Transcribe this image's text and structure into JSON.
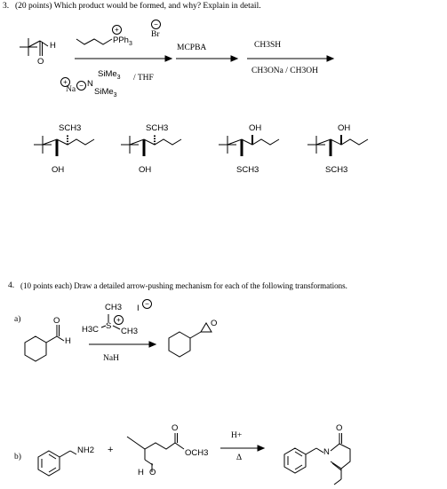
{
  "q3": {
    "number": "3.",
    "prompt": "(20 points) Which product would be formed, and why? Explain in detail.",
    "reagents": {
      "step1_top": "PPh",
      "step1_top_sub": "3",
      "bromide": "Br",
      "step1_bottom_a": "SiMe",
      "step1_bottom_a_sub": "3",
      "step1_bottom_solvent": "/ THF",
      "step1_bottom_n": "N",
      "step1_bottom_na": "Na",
      "step1_bottom_b": "SiMe",
      "step1_bottom_b_sub": "3",
      "aldehyde_h": "H",
      "aldehyde_o": "O",
      "step2": "MCPBA",
      "step3_top": "CH3SH",
      "step3_bottom": "CH3ONa / CH3OH"
    },
    "products": [
      {
        "top": "SCH3",
        "bottom": "OH"
      },
      {
        "top": "SCH3",
        "bottom": "OH"
      },
      {
        "top": "OH",
        "bottom": "SCH3"
      },
      {
        "top": "OH",
        "bottom": "SCH3"
      }
    ]
  },
  "q4": {
    "number": "4.",
    "prompt": "(10 points each) Draw a detailed arrow-pushing mechanism for each of the following transformations.",
    "a": {
      "label": "a)",
      "aldehyde_o": "O",
      "aldehyde_h": "H",
      "ylide_ch3_top": "CH3",
      "ylide_h3c": "H3C",
      "ylide_s": "S",
      "ylide_ch3_right": "CH3",
      "iodide": "I",
      "reagent_below": "NaH",
      "epoxide_o": "O"
    },
    "b": {
      "label": "b)",
      "amine": "NH2",
      "plus": "+",
      "ester": "OCH3",
      "ester_o": "O",
      "aldehyde_h": "H",
      "aldehyde_o": "O",
      "acid_top": "H+",
      "acid_bottom": "Δ",
      "lactam_o": "O",
      "lactam_n": "N"
    }
  }
}
